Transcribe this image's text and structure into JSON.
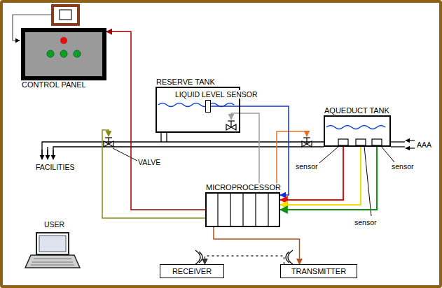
{
  "diagram": {
    "nodes": [
      {
        "text": [
          "CONTROL PANEL"
        ]
      },
      {
        "text": [
          "RESERVE TANK"
        ]
      },
      {
        "text": [
          "LIQUID LEVEL SENSOR"
        ],
        "in": 1
      },
      {
        "text": [
          "AQUEDUCT TANK"
        ]
      },
      {
        "text": [
          "MICROPROCESSOR"
        ]
      },
      {
        "text": [
          "RECEIVER"
        ]
      },
      {
        "text": [
          "TRANSMITTER"
        ]
      }
    ],
    "edges": [
      {
        "from": 4,
        "to": 0,
        "arrow": "to"
      },
      {
        "from": 2,
        "to": 4,
        "arrow": "to"
      },
      {
        "from": 3,
        "to": 4,
        "arrow": "to"
      },
      {
        "from": 3,
        "to": 4,
        "arrow": "to"
      },
      {
        "from": 3,
        "to": 4,
        "arrow": "to"
      },
      {
        "from": 4,
        "to": 6,
        "arrow": "to"
      },
      {
        "from": 6,
        "to": 5,
        "arrow": "to"
      }
    ],
    "labels": [
      "FACILITIES",
      "VALVE",
      "AAA",
      "sensor",
      "sensor",
      "sensor",
      "USER"
    ]
  }
}
